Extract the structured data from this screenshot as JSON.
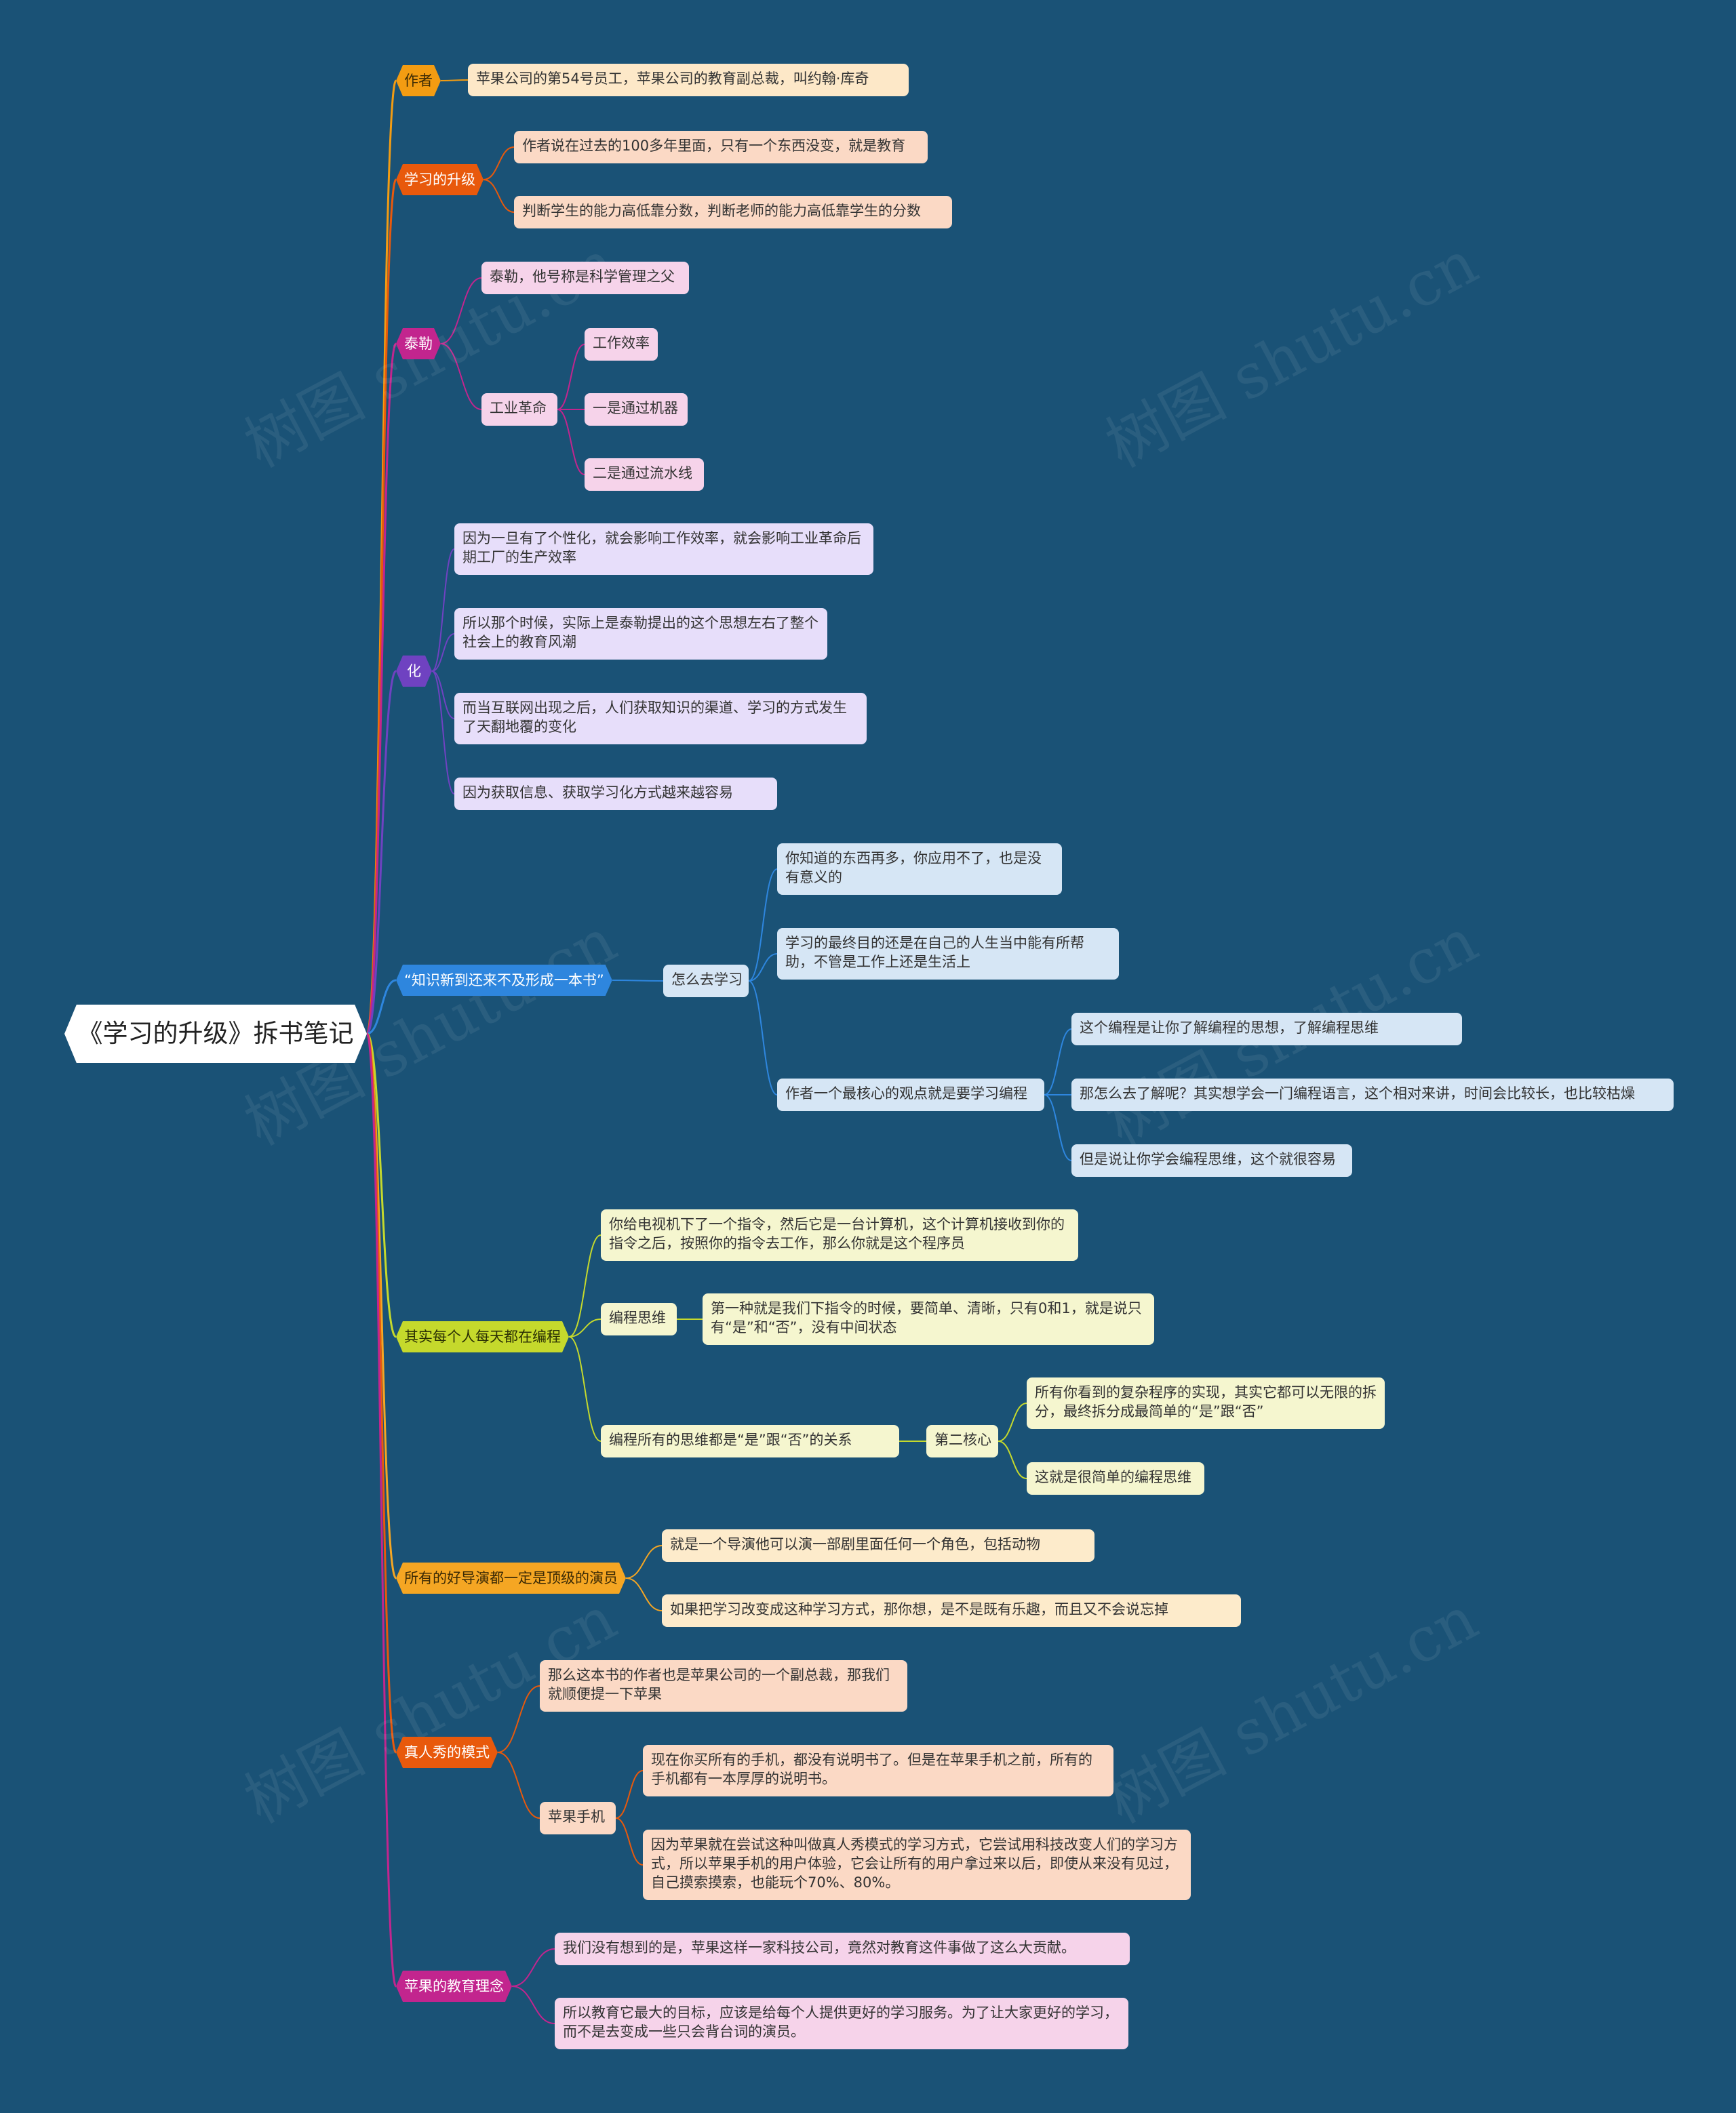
{
  "root": {
    "title": "《学习的升级》拆书笔记"
  },
  "watermark": "树图 shutu.cn",
  "branches": [
    {
      "id": "zuozhe",
      "label": "作者",
      "color": "#f39c12",
      "children": [
        {
          "text": "苹果公司的第54号员工，苹果公司的教育副总裁，叫约翰·库奇"
        }
      ]
    },
    {
      "id": "shengji",
      "label": "学习的升级",
      "color": "#e8590c",
      "children": [
        {
          "text": "作者说在过去的100多年里面，只有一个东西没变，就是教育"
        },
        {
          "text": "判断学生的能力高低靠分数，判断老师的能力高低靠学生的分数"
        }
      ]
    },
    {
      "id": "taile",
      "label": "泰勒",
      "color": "#c2258e",
      "children": [
        {
          "text": "泰勒，他号称是科学管理之父"
        },
        {
          "text": "工业革命",
          "children": [
            {
              "text": "工作效率"
            },
            {
              "text": "一是通过机器"
            },
            {
              "text": "二是通过流水线"
            }
          ]
        }
      ]
    },
    {
      "id": "hua",
      "label": "化",
      "color": "#6f42c1",
      "children": [
        {
          "text": "因为一旦有了个性化，就会影响工作效率，就会影响工业革命后期工厂的生产效率"
        },
        {
          "text": "所以那个时候，实际上是泰勒提出的这个思想左右了整个社会上的教育风潮"
        },
        {
          "text": "而当互联网出现之后，人们获取知识的渠道、学习的方式发生了天翻地覆的变化"
        },
        {
          "text": "因为获取信息、获取学习化方式越来越容易"
        }
      ]
    },
    {
      "id": "zhishi",
      "label": "“知识新到还来不及形成一本书”",
      "color": "#2e86de",
      "children": [
        {
          "text": "怎么去学习",
          "children": [
            {
              "text": "你知道的东西再多，你应用不了，也是没有意义的"
            },
            {
              "text": "学习的最终目的还是在自己的人生当中能有所帮助，不管是工作上还是生活上"
            },
            {
              "text": "作者一个最核心的观点就是要学习编程",
              "children": [
                {
                  "text": "这个编程是让你了解编程的思想，了解编程思维"
                },
                {
                  "text": "那怎么去了解呢？其实想学会一门编程语言，这个相对来讲，时间会比较长，也比较枯燥"
                },
                {
                  "text": "但是说让你学会编程思维，这个就很容易"
                }
              ]
            }
          ]
        }
      ]
    },
    {
      "id": "biancheng",
      "label": "其实每个人每天都在编程",
      "color": "#c5d92c",
      "children": [
        {
          "text": "你给电视机下了一个指令，然后它是一台计算机，这个计算机接收到你的指令之后，按照你的指令去工作，那么你就是这个程序员"
        },
        {
          "text": "编程思维",
          "children": [
            {
              "text": "第一种就是我们下指令的时候，要简单、清晰，只有0和1，就是说只有“是”和“否”，没有中间状态"
            }
          ]
        },
        {
          "text": "编程所有的思维都是“是”跟“否”的关系",
          "children": [
            {
              "text": "第二核心",
              "children": [
                {
                  "text": "所有你看到的复杂程序的实现，其实它都可以无限的拆分，最终拆分成最简单的“是”跟“否”"
                },
                {
                  "text": "这就是很简单的编程思维"
                }
              ]
            }
          ]
        }
      ]
    },
    {
      "id": "daoyan",
      "label": "所有的好导演都一定是顶级的演员",
      "color": "#f5a623",
      "children": [
        {
          "text": "就是一个导演他可以演一部剧里面任何一个角色，包括动物"
        },
        {
          "text": "如果把学习改变成这种学习方式，那你想，是不是既有乐趣，而且又不会说忘掉"
        }
      ]
    },
    {
      "id": "zhenrenxiu",
      "label": "真人秀的模式",
      "color": "#e8590c",
      "children": [
        {
          "text": "那么这本书的作者也是苹果公司的一个副总裁，那我们就顺便提一下苹果"
        },
        {
          "text": "苹果手机",
          "children": [
            {
              "text": "现在你买所有的手机，都没有说明书了。但是在苹果手机之前，所有的手机都有一本厚厚的说明书。"
            },
            {
              "text": "因为苹果就在尝试这种叫做真人秀模式的学习方式，它尝试用科技改变人们的学习方式，所以苹果手机的用户体验，它会让所有的用户拿过来以后，即使从来没有见过，自己摸索摸索，也能玩个70%、80%。"
            }
          ]
        }
      ]
    },
    {
      "id": "linian",
      "label": "苹果的教育理念",
      "color": "#c2258e",
      "children": [
        {
          "text": "我们没有想到的是，苹果这样一家科技公司，竟然对教育这件事做了这么大贡献。"
        },
        {
          "text": "所以教育它最大的目标，应该是给每个人提供更好的学习服务。为了让大家更好的学习，而不是去变成一些只会背台词的演员。"
        }
      ]
    }
  ]
}
